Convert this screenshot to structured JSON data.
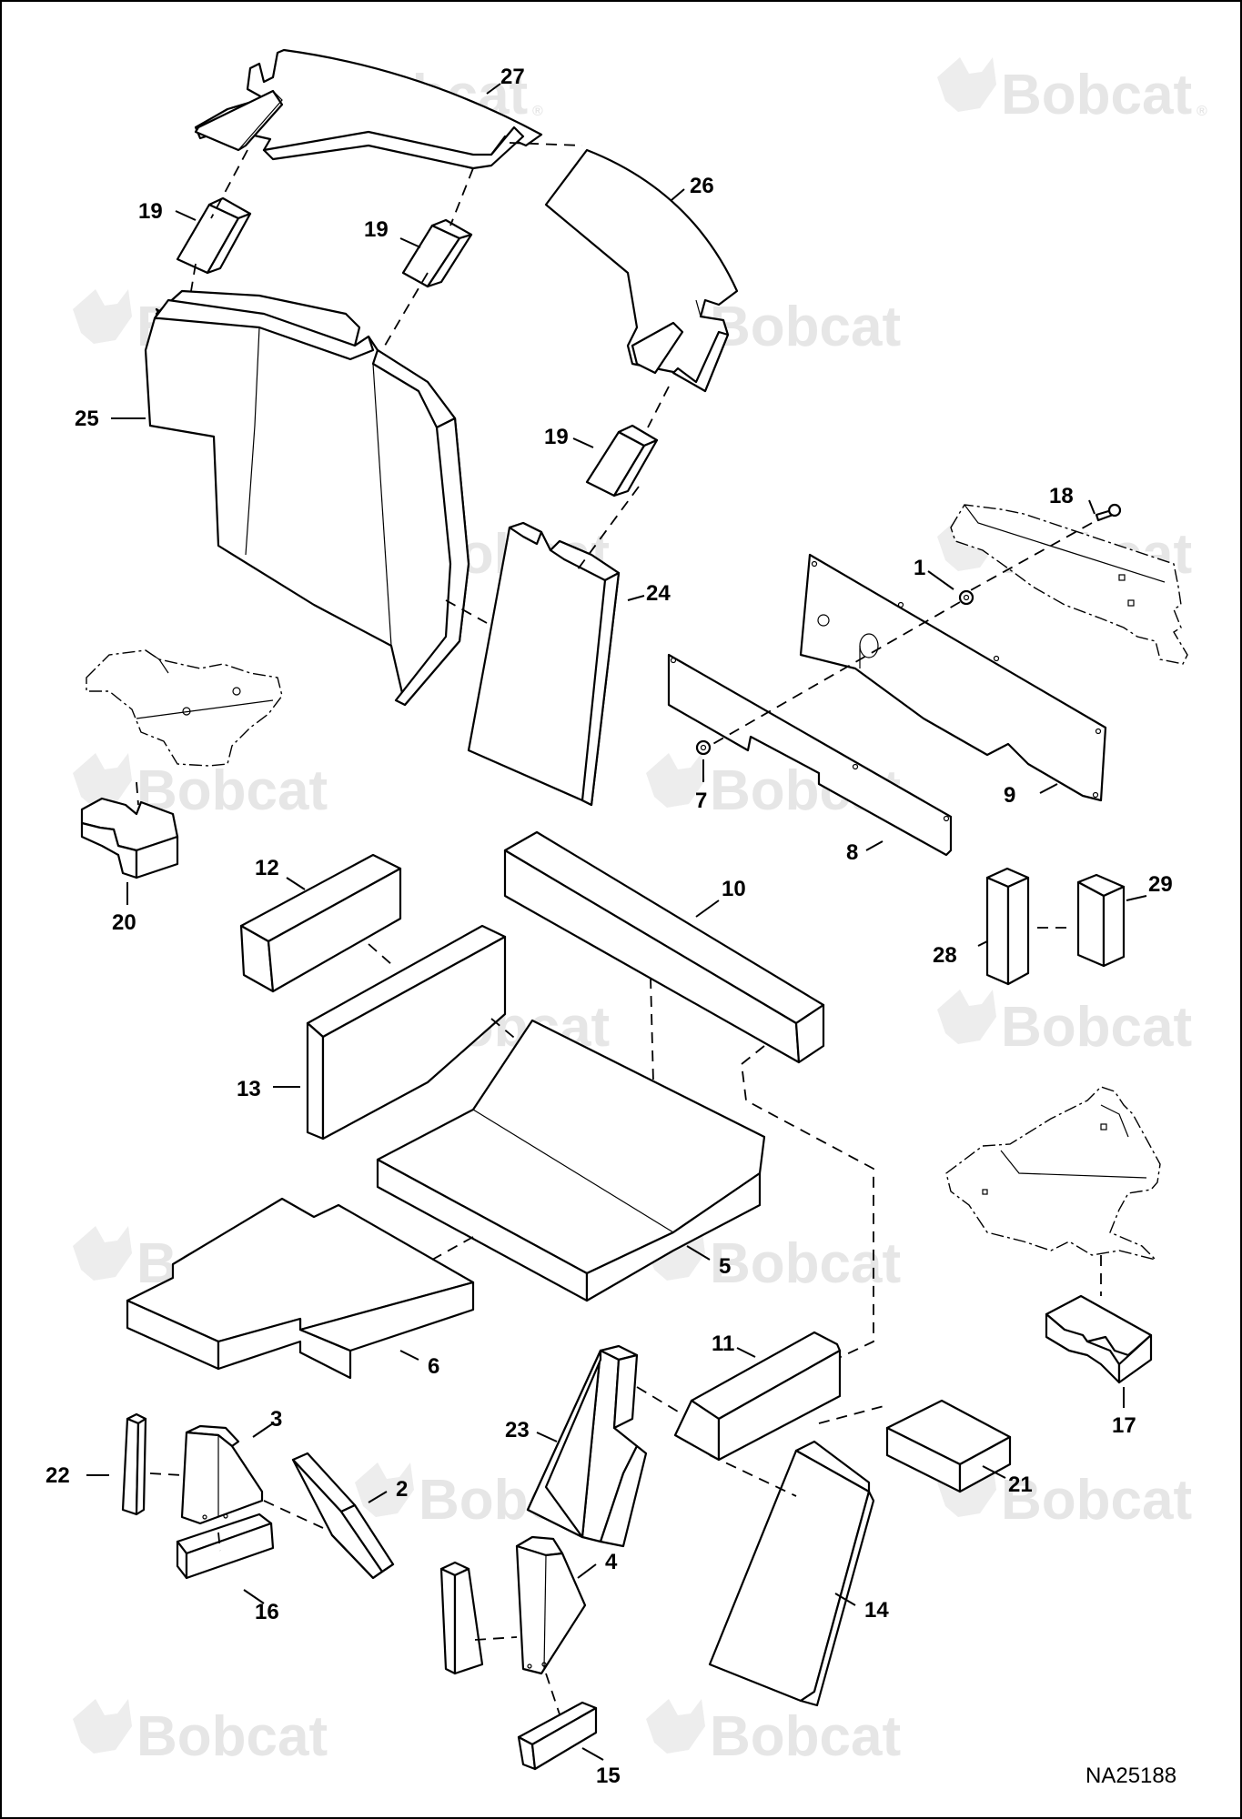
{
  "watermark": {
    "text": "Bobcat",
    "mark": "®"
  },
  "reference_code": "NA25188",
  "callouts": [
    {
      "id": "c27",
      "label": "27"
    },
    {
      "id": "c26",
      "label": "26"
    },
    {
      "id": "c19a",
      "label": "19"
    },
    {
      "id": "c19b",
      "label": "19"
    },
    {
      "id": "c19c",
      "label": "19"
    },
    {
      "id": "c25",
      "label": "25"
    },
    {
      "id": "c24",
      "label": "24"
    },
    {
      "id": "c18",
      "label": "18"
    },
    {
      "id": "c1",
      "label": "1"
    },
    {
      "id": "c7",
      "label": "7"
    },
    {
      "id": "c9",
      "label": "9"
    },
    {
      "id": "c8",
      "label": "8"
    },
    {
      "id": "c20",
      "label": "20"
    },
    {
      "id": "c12",
      "label": "12"
    },
    {
      "id": "c10",
      "label": "10"
    },
    {
      "id": "c29",
      "label": "29"
    },
    {
      "id": "c28",
      "label": "28"
    },
    {
      "id": "c13",
      "label": "13"
    },
    {
      "id": "c5",
      "label": "5"
    },
    {
      "id": "c6",
      "label": "6"
    },
    {
      "id": "c17",
      "label": "17"
    },
    {
      "id": "c11",
      "label": "11"
    },
    {
      "id": "c23",
      "label": "23"
    },
    {
      "id": "c21",
      "label": "21"
    },
    {
      "id": "c22",
      "label": "22"
    },
    {
      "id": "c3",
      "label": "3"
    },
    {
      "id": "c2",
      "label": "2"
    },
    {
      "id": "c16",
      "label": "16"
    },
    {
      "id": "c4",
      "label": "4"
    },
    {
      "id": "c14",
      "label": "14"
    },
    {
      "id": "c15",
      "label": "15"
    }
  ]
}
